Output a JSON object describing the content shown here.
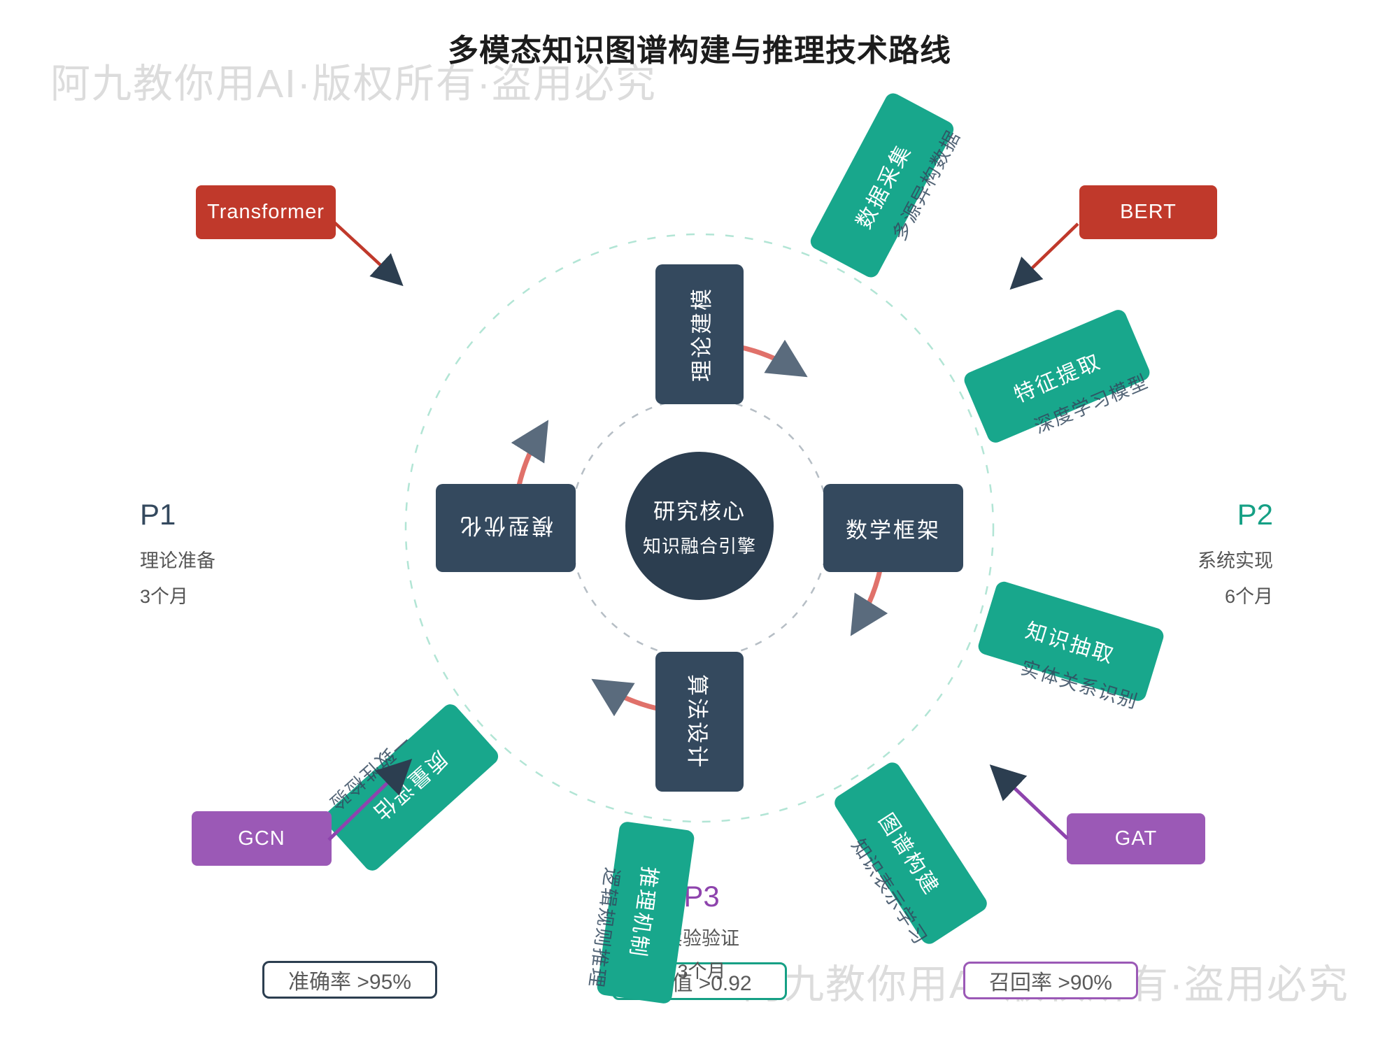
{
  "title": "多模态知识图谱构建与推理技术路线",
  "watermark": {
    "text": "阿九教你用AI·版权所有·盗用必究"
  },
  "center": {
    "line1": "研究核心",
    "line2": "知识融合引擎"
  },
  "inner_nodes": [
    {
      "label": "理论建模"
    },
    {
      "label": "数学框架"
    },
    {
      "label": "算法设计"
    },
    {
      "label": "模型优化"
    }
  ],
  "outer_nodes": [
    {
      "label": "数据采集",
      "sublabel": "多源异构数据"
    },
    {
      "label": "特征提取",
      "sublabel": "深度学习模型"
    },
    {
      "label": "知识抽取",
      "sublabel": "实体关系识别"
    },
    {
      "label": "图谱构建",
      "sublabel": "知识表示学习"
    },
    {
      "label": "推理机制",
      "sublabel": "逻辑规则推理"
    },
    {
      "label": "质量评估",
      "sublabel": "一致性检验"
    }
  ],
  "tech_tags": [
    {
      "label": "Transformer",
      "color": "#c0392b"
    },
    {
      "label": "BERT",
      "color": "#c0392b"
    },
    {
      "label": "GCN",
      "color": "#9b59b6"
    },
    {
      "label": "GAT",
      "color": "#9b59b6"
    }
  ],
  "phases": [
    {
      "id": "P1",
      "name": "理论准备",
      "duration": "3个月",
      "color": "#34495e"
    },
    {
      "id": "P2",
      "name": "系统实现",
      "duration": "6个月",
      "color": "#16a085"
    },
    {
      "id": "P3",
      "name": "实验验证",
      "duration": "3个月",
      "color": "#8e44ad"
    }
  ],
  "metrics": [
    {
      "label": "准确率 >95%",
      "border_color": "#2c3e50"
    },
    {
      "label": "F1值 >0.92",
      "border_color": "#16a085"
    },
    {
      "label": "召回率 >90%",
      "border_color": "#9b59b6"
    }
  ],
  "colors": {
    "spoke_green": "#18a78c",
    "inner_node": "#34495e",
    "core": "#2c3e50",
    "arc_red": "#e0716a",
    "arc_arrowhead": "#5a6b7d",
    "straight_arrowhead": "#2c3e50",
    "red_tag": "#c0392b",
    "purple_tag": "#9b59b6",
    "purple_arrow": "#8e44ad",
    "outer_dashed_circle": "#b2e5d5",
    "inner_dashed_circle": "#b6bec5",
    "watermark": "#dcdcdc"
  }
}
